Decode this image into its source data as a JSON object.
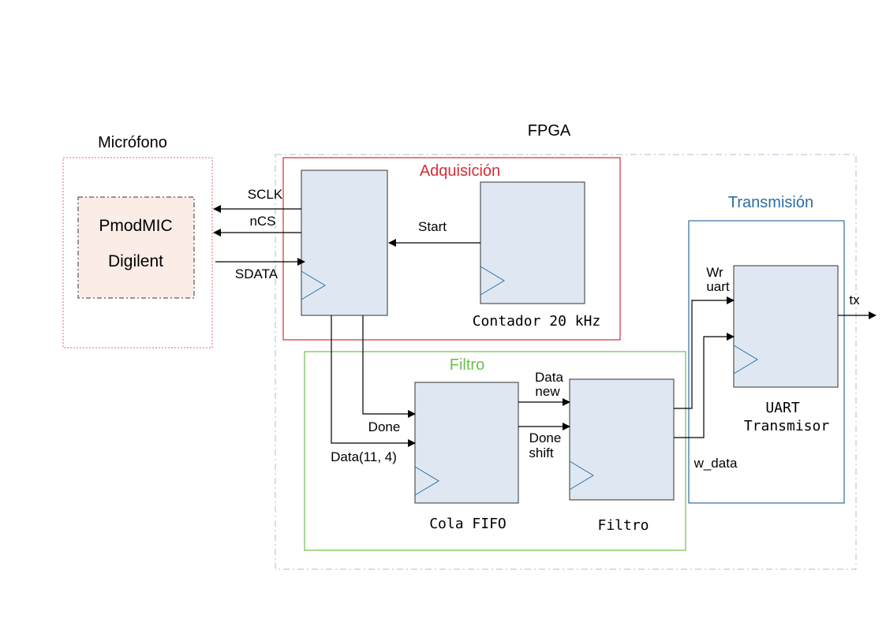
{
  "titles": {
    "mic": "Micrófono",
    "fpga": "FPGA",
    "adq": "Adquisición",
    "trans": "Transmisión",
    "filtro": "Filtro"
  },
  "mic_block": {
    "line1": "PmodMIC",
    "line2": "Digilent"
  },
  "signals": {
    "sclk": "SCLK",
    "ncs": "nCS",
    "sdata": "SDATA",
    "start": "Start",
    "done": "Done",
    "data_bus": "Data(11, 4)",
    "data_new_1": "Data",
    "data_new_2": "new",
    "done_shift_1": "Done",
    "done_shift_2": "shift",
    "wr_uart_1": "Wr",
    "wr_uart_2": "uart",
    "w_data": "w_data",
    "tx": "tx"
  },
  "blocks": {
    "contador": "Contador 20 kHz",
    "cola": "Cola FIFO",
    "filtro": "Filtro",
    "uart_1": "UART",
    "uart_2": "Transmisor"
  },
  "colors": {
    "adq": "#d62d35",
    "trans": "#2e6da4",
    "filtro": "#6dbf4c",
    "fpga_border": "#a9bfd6",
    "block_fill": "#dfe8f2",
    "mic_fill": "#fbece6"
  }
}
